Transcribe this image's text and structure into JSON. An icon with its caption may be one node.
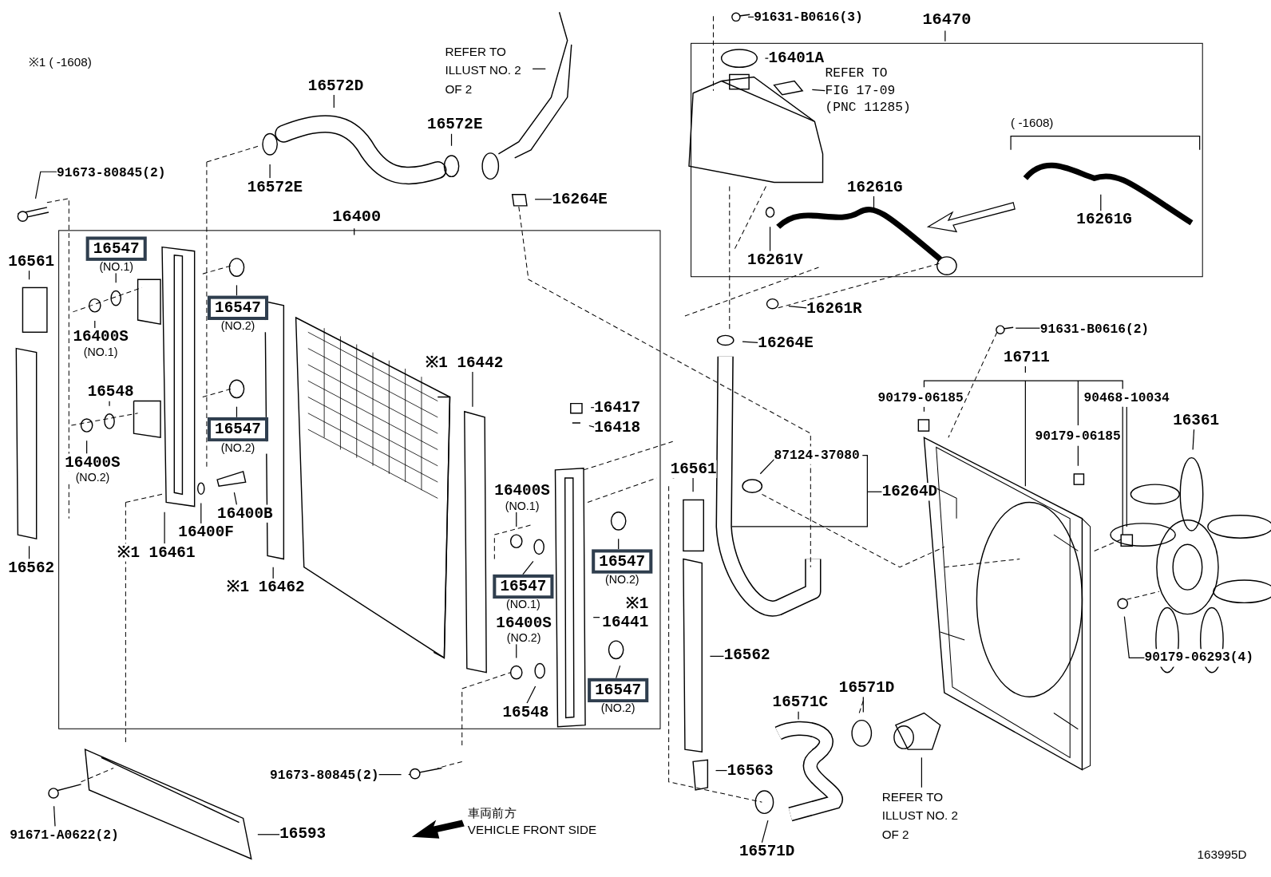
{
  "diagram": {
    "nodes": [
      {
        "text": [
          "16400"
        ]
      },
      {
        "text": [
          "16470"
        ]
      },
      {
        "text": [
          "REFER TO ILLUST NO. 2 OF 2"
        ]
      },
      {
        "text": [
          "16572D"
        ]
      },
      {
        "text": [
          "16572E"
        ]
      },
      {
        "text": [
          "16572E"
        ]
      },
      {
        "text": [
          "16264E"
        ]
      },
      {
        "text": [
          "91673-80845(2)"
        ]
      },
      {
        "text": [
          "91631-B0616(3)"
        ]
      },
      {
        "text": [
          "16401A"
        ],
        "in": 1
      },
      {
        "text": [
          "REFER TO FIG 17-09 (PNC 11285)"
        ],
        "in": 1
      },
      {
        "text": [
          "16261G"
        ],
        "in": 1
      },
      {
        "text": [
          "16261G"
        ],
        "in": 1
      },
      {
        "text": [
          "16261V"
        ],
        "in": 1
      },
      {
        "text": [
          "16561"
        ]
      },
      {
        "text": [
          "16547",
          "(NO.1)"
        ],
        "in": 0
      },
      {
        "text": [
          "16547",
          "(NO.2)"
        ],
        "in": 0
      },
      {
        "text": [
          "16400S",
          "(NO.1)"
        ],
        "in": 0
      },
      {
        "text": [
          "16548"
        ],
        "in": 0
      },
      {
        "text": [
          "16547",
          "(NO.2)"
        ],
        "in": 0
      },
      {
        "text": [
          "16400S",
          "(NO.2)"
        ],
        "in": 0
      },
      {
        "text": [
          "16400B"
        ],
        "in": 0
      },
      {
        "text": [
          "16400F"
        ],
        "in": 0
      },
      {
        "text": [
          "※1 16461"
        ],
        "in": 0
      },
      {
        "text": [
          "※1 16462"
        ],
        "in": 0
      },
      {
        "text": [
          "※1 16442"
        ],
        "in": 0
      },
      {
        "text": [
          "16417"
        ],
        "in": 0
      },
      {
        "text": [
          "16418"
        ],
        "in": 0
      },
      {
        "text": [
          "16400S",
          "(NO.1)"
        ],
        "in": 0
      },
      {
        "text": [
          "16547",
          "(NO.2)"
        ],
        "in": 0
      },
      {
        "text": [
          "16547",
          "(NO.1)"
        ],
        "in": 0
      },
      {
        "text": [
          "※1 16441"
        ],
        "in": 0
      },
      {
        "text": [
          "16400S",
          "(NO.2)"
        ],
        "in": 0
      },
      {
        "text": [
          "16547",
          "(NO.2)"
        ],
        "in": 0
      },
      {
        "text": [
          "16548"
        ],
        "in": 0
      },
      {
        "text": [
          "16562"
        ]
      },
      {
        "text": [
          "16261R"
        ]
      },
      {
        "text": [
          "91631-B0616(2)"
        ]
      },
      {
        "text": [
          "16264E"
        ]
      },
      {
        "text": [
          "16711"
        ]
      },
      {
        "text": [
          "90179-06185"
        ]
      },
      {
        "text": [
          "90468-10034"
        ]
      },
      {
        "text": [
          "16361"
        ]
      },
      {
        "text": [
          "90179-06185"
        ]
      },
      {
        "text": [
          "87124-37080"
        ]
      },
      {
        "text": [
          "16264D"
        ]
      },
      {
        "text": [
          "16561"
        ]
      },
      {
        "text": [
          "90179-06293(4)"
        ]
      },
      {
        "text": [
          "16562"
        ]
      },
      {
        "text": [
          "16571D"
        ]
      },
      {
        "text": [
          "16571C"
        ]
      },
      {
        "text": [
          "16563"
        ]
      },
      {
        "text": [
          "91673-80845(2)"
        ]
      },
      {
        "text": [
          "REFER TO ILLUST NO. 2 OF 2"
        ]
      },
      {
        "text": [
          "91671-A0622(2)"
        ]
      },
      {
        "text": [
          "16593"
        ]
      },
      {
        "text": [
          "16571D"
        ]
      }
    ],
    "edges": [
      {
        "from": 2,
        "to": null,
        "arrow": "none"
      },
      {
        "from": 3,
        "to": null,
        "arrow": "none"
      },
      {
        "from": 4,
        "to": null,
        "arrow": "none"
      },
      {
        "from": 5,
        "to": null,
        "arrow": "none"
      },
      {
        "from": 6,
        "to": null,
        "arrow": "none"
      },
      {
        "from": 7,
        "to": null,
        "arrow": "none"
      },
      {
        "from": 8,
        "to": null,
        "arrow": "none"
      },
      {
        "from": 9,
        "to": null,
        "arrow": "none"
      },
      {
        "from": 10,
        "to": null,
        "arrow": "none"
      },
      {
        "from": 11,
        "to": null,
        "arrow": "none"
      },
      {
        "from": 12,
        "to": null,
        "arrow": "none"
      },
      {
        "from": 13,
        "to": null,
        "arrow": "none"
      },
      {
        "from": 14,
        "to": null,
        "arrow": "none"
      },
      {
        "from": 15,
        "to": null,
        "arrow": "none"
      },
      {
        "from": 16,
        "to": null,
        "arrow": "none"
      },
      {
        "from": 17,
        "to": null,
        "arrow": "none"
      },
      {
        "from": 18,
        "to": null,
        "arrow": "none"
      },
      {
        "from": 19,
        "to": null,
        "arrow": "none"
      },
      {
        "from": 20,
        "to": null,
        "arrow": "none"
      },
      {
        "from": 21,
        "to": null,
        "arrow": "none"
      },
      {
        "from": 22,
        "to": null,
        "arrow": "none"
      },
      {
        "from": 23,
        "to": null,
        "arrow": "none"
      },
      {
        "from": 24,
        "to": null,
        "arrow": "none"
      },
      {
        "from": 25,
        "to": null,
        "arrow": "none"
      },
      {
        "from": 26,
        "to": null,
        "arrow": "none"
      },
      {
        "from": 27,
        "to": null,
        "arrow": "none"
      },
      {
        "from": 28,
        "to": null,
        "arrow": "none"
      },
      {
        "from": 29,
        "to": null,
        "arrow": "none"
      },
      {
        "from": 30,
        "to": null,
        "arrow": "none"
      },
      {
        "from": 31,
        "to": null,
        "arrow": "none"
      },
      {
        "from": 32,
        "to": null,
        "arrow": "none"
      },
      {
        "from": 33,
        "to": null,
        "arrow": "none"
      },
      {
        "from": 34,
        "to": null,
        "arrow": "none"
      },
      {
        "from": 35,
        "to": null,
        "arrow": "none"
      },
      {
        "from": 36,
        "to": null,
        "arrow": "none"
      },
      {
        "from": 37,
        "to": null,
        "arrow": "none"
      },
      {
        "from": 38,
        "to": null,
        "arrow": "none"
      },
      {
        "from": 39,
        "to": null,
        "arrow": "none"
      },
      {
        "from": 40,
        "to": null,
        "arrow": "none"
      },
      {
        "from": 41,
        "to": null,
        "arrow": "none"
      },
      {
        "from": 42,
        "to": null,
        "arrow": "none"
      },
      {
        "from": 43,
        "to": null,
        "arrow": "none"
      },
      {
        "from": 44,
        "to": null,
        "arrow": "none"
      },
      {
        "from": 45,
        "to": null,
        "arrow": "none"
      },
      {
        "from": 46,
        "to": null,
        "arrow": "none"
      },
      {
        "from": 47,
        "to": null,
        "arrow": "none"
      },
      {
        "from": 48,
        "to": null,
        "arrow": "none"
      },
      {
        "from": 49,
        "to": null,
        "arrow": "none"
      },
      {
        "from": 50,
        "to": null,
        "arrow": "none"
      },
      {
        "from": 51,
        "to": null,
        "arrow": "none"
      },
      {
        "from": 52,
        "to": null,
        "arrow": "none"
      },
      {
        "from": 53,
        "to": null,
        "arrow": "none"
      },
      {
        "from": 54,
        "to": null,
        "arrow": "none"
      },
      {
        "from": 55,
        "to": null,
        "arrow": "none"
      },
      {
        "from": 56,
        "to": null,
        "arrow": "none"
      }
    ],
    "labels": [
      "※1 ( -1608)",
      "( -1608)",
      "車両前方",
      "VEHICLE FRONT SIDE",
      "163995D"
    ]
  }
}
